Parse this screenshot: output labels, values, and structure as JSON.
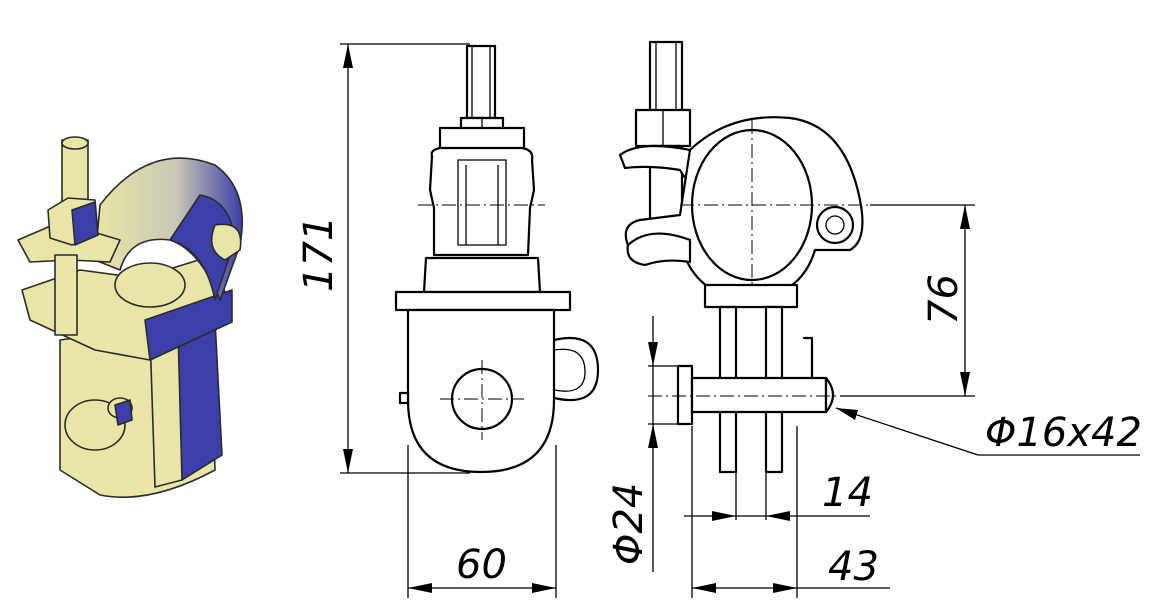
{
  "drawing": {
    "dimensions": {
      "total_height": "171",
      "plate_width": "60",
      "hole_to_axis": "76",
      "pin_spec": "Φ16x42",
      "pin_diameter": "Φ24",
      "plate_gap": "14",
      "overall_depth": "43"
    },
    "colors": {
      "line": "#000000",
      "iso_yellow": "#e8e6a6",
      "iso_blue": "#3d3fa8"
    }
  }
}
